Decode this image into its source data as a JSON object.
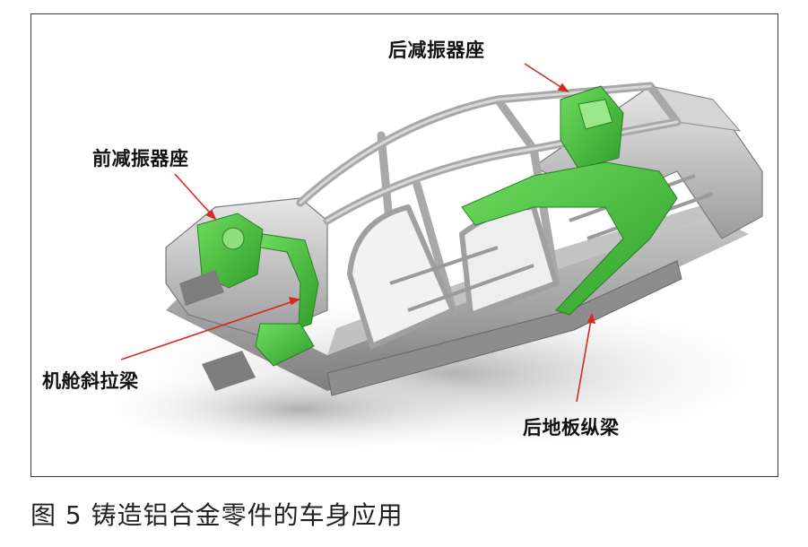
{
  "figure": {
    "labels": {
      "front_shock_tower": "前减振器座",
      "rear_shock_tower": "后减振器座",
      "cabin_diagonal_beam": "机舱斜拉梁",
      "rear_floor_rail": "后地板纵梁"
    },
    "highlight_color": "#45c43e",
    "arrow_color": "#d42a20"
  },
  "caption": "图 5  铸造铝合金零件的车身应用"
}
